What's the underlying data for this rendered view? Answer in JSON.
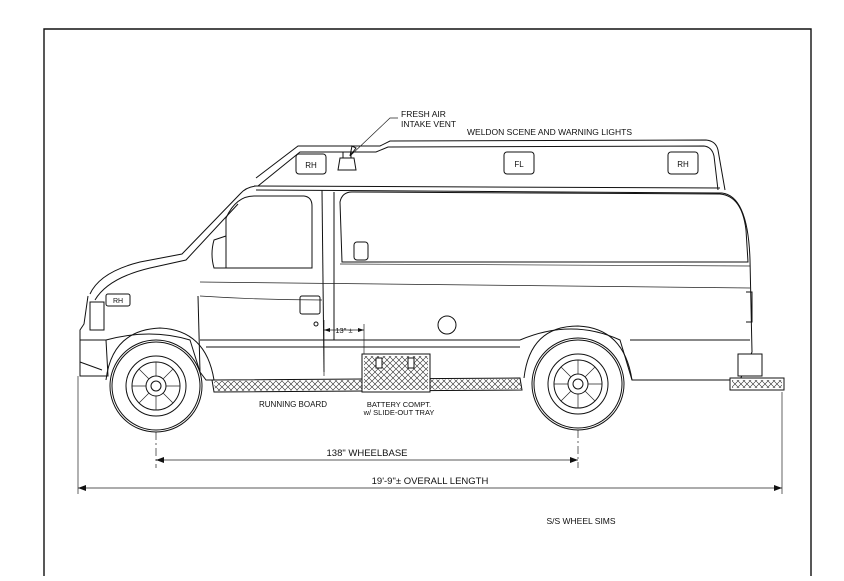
{
  "labels": {
    "fresh_air_line1": "FRESH AIR",
    "fresh_air_line2": "INTAKE VENT",
    "warning_lights": "WELDON SCENE AND WARNING LIGHTS",
    "light_front": "RH",
    "light_mid": "FL",
    "light_rear": "RH",
    "headlight": "RH",
    "running_board": "RUNNING BOARD",
    "battery_line1": "BATTERY COMPT.",
    "battery_line2": "w/ SLIDE-OUT TRAY",
    "step_dim": "13\" ±",
    "wheelbase": "138\" WHEELBASE",
    "overall_length": "19'-9\"± OVERALL LENGTH",
    "title": "S/S WHEEL SIMS"
  },
  "colors": {
    "ink": "#111111",
    "paper": "#ffffff"
  }
}
